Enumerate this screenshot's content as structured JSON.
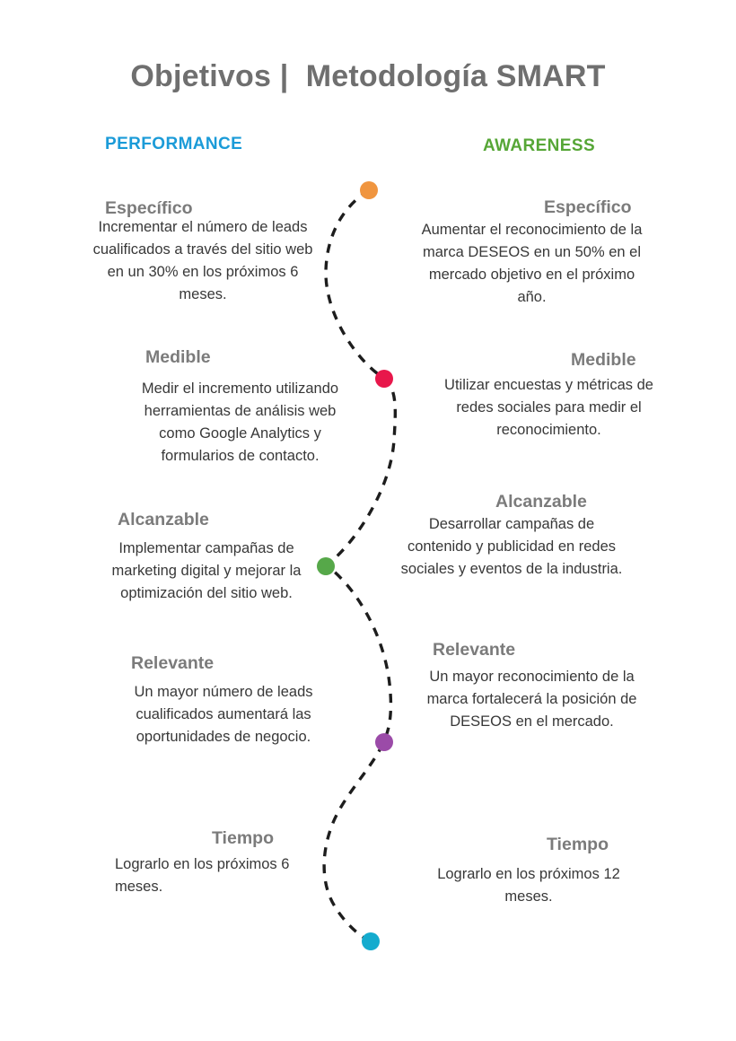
{
  "title": "Objetivos |  Metodología SMART",
  "columns": {
    "left": {
      "header": "PERFORMANCE",
      "color": "#1B9BD8"
    },
    "right": {
      "header": "AWARENESS",
      "color": "#56A636"
    }
  },
  "left_sections": [
    {
      "heading": "Específico",
      "body": "Incrementar el número de leads cualificados a través del sitio web en un 30% en los próximos 6 meses."
    },
    {
      "heading": "Medible",
      "body": "Medir el incremento utilizando herramientas de análisis web como Google Analytics y formularios de contacto."
    },
    {
      "heading": "Alcanzable",
      "body": "Implementar campañas de marketing digital y mejorar la optimización del sitio web."
    },
    {
      "heading": "Relevante",
      "body": "Un mayor número de leads cualificados aumentará las oportunidades de negocio."
    },
    {
      "heading": "Tiempo",
      "body": "Lograrlo en los próximos 6 meses."
    }
  ],
  "right_sections": [
    {
      "heading": "Específico",
      "body": "Aumentar el reconocimiento de la marca DESEOS en un 50% en el mercado objetivo en el próximo año."
    },
    {
      "heading": "Medible",
      "body": "Utilizar encuestas y métricas de redes sociales para medir el reconocimiento."
    },
    {
      "heading": "Alcanzable",
      "body": "Desarrollar campañas de contenido y publicidad en redes sociales y eventos de la industria."
    },
    {
      "heading": "Relevante",
      "body": "Un mayor reconocimiento de la marca fortalecerá la posición de DESEOS en el mercado."
    },
    {
      "heading": "Tiempo",
      "body": "Lograrlo en los próximos 12 meses."
    }
  ],
  "timeline": {
    "line_color": "#1d1d1d",
    "dots": [
      {
        "label": "specific",
        "color": "#F0953F"
      },
      {
        "label": "measurable",
        "color": "#E8174B"
      },
      {
        "label": "achievable",
        "color": "#56A849"
      },
      {
        "label": "relevant",
        "color": "#9B4BA8"
      },
      {
        "label": "time",
        "color": "#14ABCE"
      }
    ]
  }
}
